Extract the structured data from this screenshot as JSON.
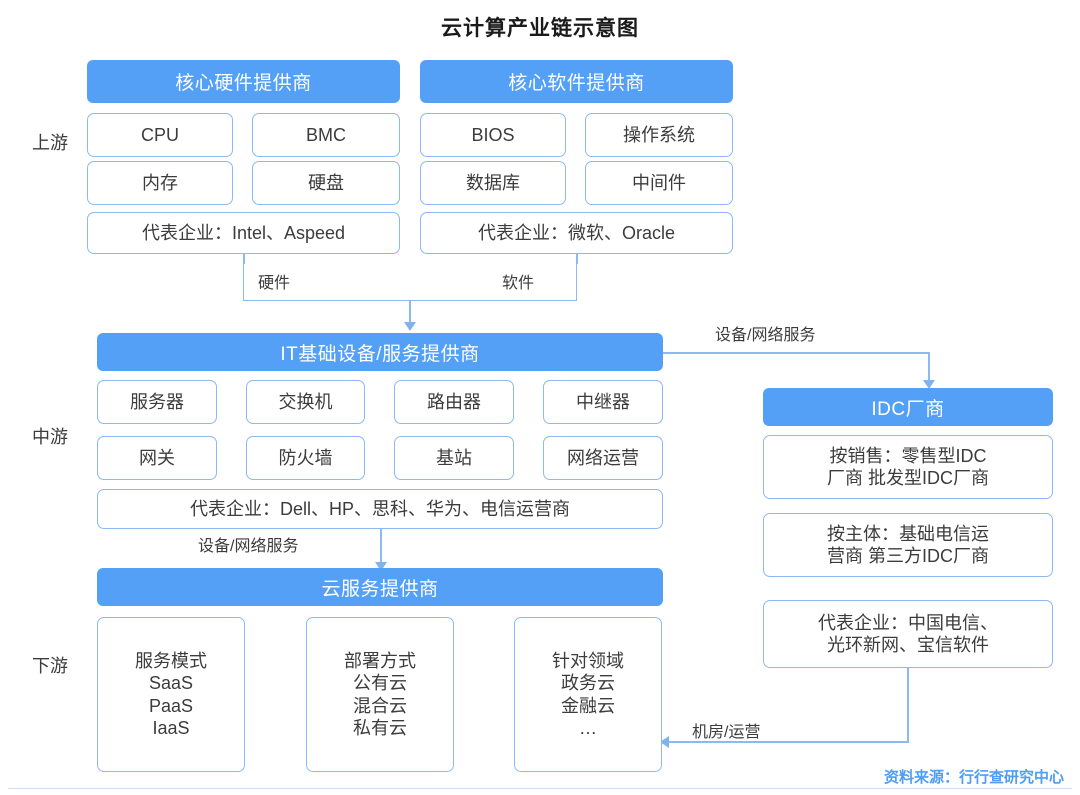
{
  "title": "云计算产业链示意图",
  "stages": [
    {
      "key": "upstream",
      "label": "上游"
    },
    {
      "key": "midstream",
      "label": "中游"
    },
    {
      "key": "downstream",
      "label": "下游"
    }
  ],
  "upstream": {
    "hardware": {
      "header": "核心硬件提供商",
      "items": [
        "CPU",
        "BMC",
        "内存",
        "硬盘"
      ],
      "representative": "代表企业：Intel、Aspeed",
      "flow_label": "硬件"
    },
    "software": {
      "header": "核心软件提供商",
      "items": [
        "BIOS",
        "操作系统",
        "数据库",
        "中间件"
      ],
      "representative": "代表企业：微软、Oracle",
      "flow_label": "软件"
    }
  },
  "midstream": {
    "it_infra": {
      "header": "IT基础设备/服务提供商",
      "items": [
        "服务器",
        "交换机",
        "路由器",
        "中继器",
        "网关",
        "防火墙",
        "基站",
        "网络运营"
      ],
      "representative": "代表企业：Dell、HP、思科、华为、电信运营商"
    },
    "idc": {
      "header": "IDC厂商",
      "cards": [
        {
          "lines": [
            "按销售：零售型IDC",
            "厂商 批发型IDC厂商"
          ]
        },
        {
          "lines": [
            "按主体：基础电信运",
            "营商 第三方IDC厂商"
          ]
        },
        {
          "lines": [
            "代表企业：中国电信、",
            "光环新网、宝信软件"
          ]
        }
      ]
    }
  },
  "downstream": {
    "cloud": {
      "header": "云服务提供商",
      "cards": [
        {
          "lines": [
            "服务模式",
            "SaaS",
            "PaaS",
            "IaaS"
          ]
        },
        {
          "lines": [
            "部署方式",
            "公有云",
            "混合云",
            "私有云"
          ]
        },
        {
          "lines": [
            "针对领域",
            "政务云",
            "金融云",
            "…"
          ]
        }
      ]
    }
  },
  "connectors": {
    "it_to_idc": "设备/网络服务",
    "it_to_cloud": "设备/网络服务",
    "idc_to_cloud": "机房/运营"
  },
  "source": "资料来源：行行查研究中心",
  "colors": {
    "accent": "#55a0f7",
    "box_border": "#8cb9f2",
    "text": "#3c3c3c",
    "source_text": "#4f9df5"
  }
}
